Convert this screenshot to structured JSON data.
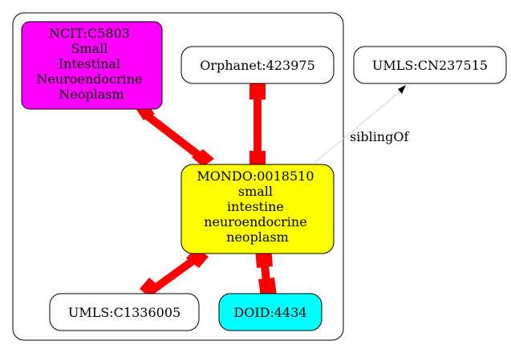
{
  "nodes": {
    "ncit": {
      "lines": [
        "NCIT:C5803",
        "Small",
        "Intestinal",
        "Neuroendocrine",
        "Neoplasm"
      ],
      "fill": "#ff00ff"
    },
    "orphanet": {
      "lines": [
        "Orphanet:423975"
      ],
      "fill": "#ffffff"
    },
    "umls_cn": {
      "lines": [
        "UMLS:CN237515"
      ],
      "fill": "#ffffff"
    },
    "mondo": {
      "lines": [
        "MONDO:0018510",
        "small",
        "intestine",
        "neuroendocrine",
        "neoplasm"
      ],
      "fill": "#ffff00"
    },
    "umls_c": {
      "lines": [
        "UMLS:C1336005"
      ],
      "fill": "#ffffff"
    },
    "doid": {
      "lines": [
        "DOID:4434"
      ],
      "fill": "#00ffff"
    }
  },
  "edges": {
    "sibling_label": "siblingOf"
  },
  "colors": {
    "equivalence_edge": "#ff0000",
    "sibling_edge": "#d3d3d3"
  }
}
